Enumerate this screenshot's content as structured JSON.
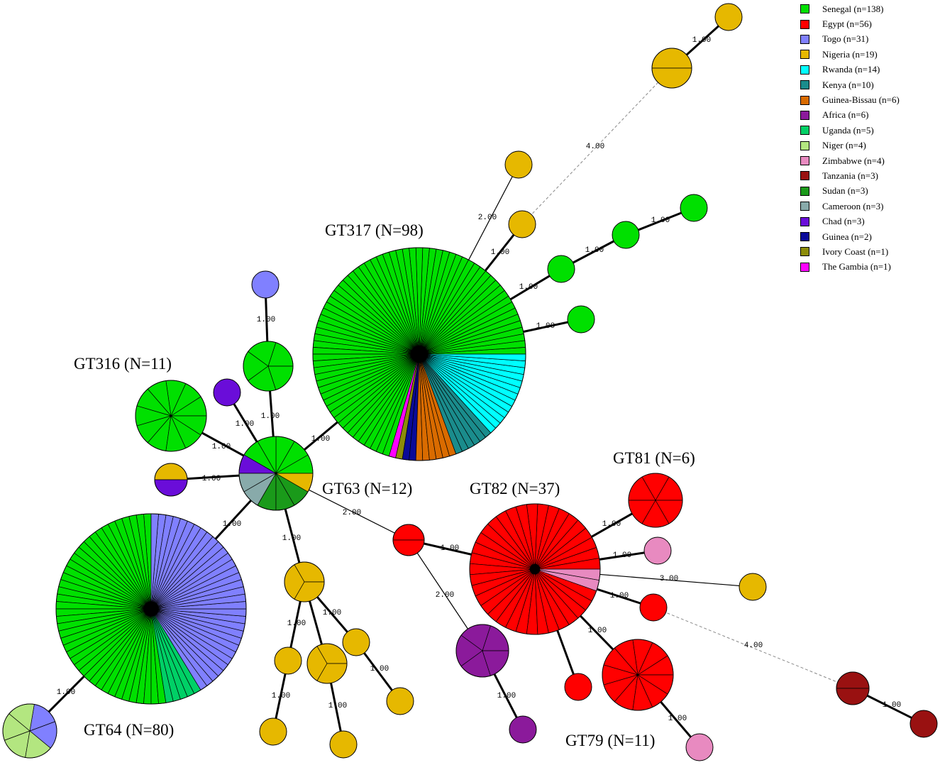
{
  "legend": [
    {
      "country": "Senegal",
      "label": "Senegal (n=138)",
      "color": "#00e000"
    },
    {
      "country": "Egypt",
      "label": "Egypt (n=56)",
      "color": "#ff0000"
    },
    {
      "country": "Togo",
      "label": "Togo (n=31)",
      "color": "#8080ff"
    },
    {
      "country": "Nigeria",
      "label": "Nigeria (n=19)",
      "color": "#e6b800"
    },
    {
      "country": "Rwanda",
      "label": "Rwanda (n=14)",
      "color": "#00ffff"
    },
    {
      "country": "Kenya",
      "label": "Kenya (n=10)",
      "color": "#1a8c8c"
    },
    {
      "country": "Guinea-Bissau",
      "label": "Guinea-Bissau (n=6)",
      "color": "#d96b00"
    },
    {
      "country": "Africa",
      "label": "Africa (n=6)",
      "color": "#8b1a9b"
    },
    {
      "country": "Uganda",
      "label": "Uganda (n=5)",
      "color": "#00d066"
    },
    {
      "country": "Niger",
      "label": "Niger (n=4)",
      "color": "#b3e680"
    },
    {
      "country": "Zimbabwe",
      "label": "Zimbabwe (n=4)",
      "color": "#e88ac0"
    },
    {
      "country": "Tanzania",
      "label": "Tanzania (n=3)",
      "color": "#991111"
    },
    {
      "country": "Sudan",
      "label": "Sudan (n=3)",
      "color": "#1a9a1a"
    },
    {
      "country": "Cameroon",
      "label": "Cameroon (n=3)",
      "color": "#88aaaa"
    },
    {
      "country": "Chad",
      "label": "Chad (n=3)",
      "color": "#6a0dd9"
    },
    {
      "country": "Guinea",
      "label": "Guinea (n=2)",
      "color": "#0a0a99"
    },
    {
      "country": "Ivory Coast",
      "label": "Ivory Coast (n=1)",
      "color": "#8c8c0a"
    },
    {
      "country": "The Gambia",
      "label": "The Gambia (n=1)",
      "color": "#ff00ff"
    }
  ],
  "group_labels": {
    "gt317": "GT317 (N=98)",
    "gt316": "GT316 (N=11)",
    "gt63": "GT63 (N=12)",
    "gt64": "GT64 (N=80)",
    "gt82": "GT82 (N=37)",
    "gt81": "GT81 (N=6)",
    "gt79": "GT79 (N=11)"
  },
  "nodes": [
    {
      "id": "gt317",
      "composition": [
        [
          "Senegal",
          69
        ],
        [
          "The Gambia",
          1
        ],
        [
          "Ivory Coast",
          1
        ],
        [
          "Guinea",
          2
        ],
        [
          "Guinea-Bissau",
          6
        ],
        [
          "Kenya",
          6
        ],
        [
          "Rwanda",
          13
        ]
      ]
    },
    {
      "id": "gt64",
      "composition": [
        [
          "Senegal",
          42
        ],
        [
          "Uganda",
          5
        ],
        [
          "Togo",
          33
        ]
      ]
    },
    {
      "id": "gt63",
      "composition": [
        [
          "Senegal",
          5
        ],
        [
          "Chad",
          1
        ],
        [
          "Cameroon",
          2
        ],
        [
          "Sudan",
          3
        ],
        [
          "Nigeria",
          1
        ]
      ]
    },
    {
      "id": "gt82",
      "composition": [
        [
          "Egypt",
          35
        ],
        [
          "Zimbabwe",
          2
        ]
      ]
    },
    {
      "id": "gt81",
      "composition": [
        [
          "Egypt",
          6
        ]
      ]
    },
    {
      "id": "gt79",
      "composition": [
        [
          "Egypt",
          11
        ]
      ]
    },
    {
      "id": "gt316",
      "composition": [
        [
          "Senegal",
          11
        ]
      ]
    },
    {
      "id": "sen5",
      "composition": [
        [
          "Senegal",
          5
        ]
      ]
    },
    {
      "id": "togo1",
      "composition": [
        [
          "Togo",
          1
        ]
      ]
    },
    {
      "id": "chad1",
      "composition": [
        [
          "Chad",
          1
        ]
      ]
    },
    {
      "id": "nig_chad",
      "composition": [
        [
          "Nigeria",
          1
        ],
        [
          "Chad",
          1
        ]
      ]
    },
    {
      "id": "togo_niger",
      "composition": [
        [
          "Togo",
          2
        ],
        [
          "Niger",
          4
        ]
      ]
    },
    {
      "id": "nga3a",
      "composition": [
        [
          "Nigeria",
          3
        ]
      ]
    },
    {
      "id": "nga3b",
      "composition": [
        [
          "Nigeria",
          3
        ]
      ]
    },
    {
      "id": "nga_a",
      "composition": [
        [
          "Nigeria",
          1
        ]
      ]
    },
    {
      "id": "nga_b",
      "composition": [
        [
          "Nigeria",
          1
        ]
      ]
    },
    {
      "id": "nga_c",
      "composition": [
        [
          "Nigeria",
          1
        ]
      ]
    },
    {
      "id": "nga_d",
      "composition": [
        [
          "Nigeria",
          1
        ]
      ]
    },
    {
      "id": "nga_e",
      "composition": [
        [
          "Nigeria",
          1
        ]
      ]
    },
    {
      "id": "egy_link",
      "composition": [
        [
          "Egypt",
          2
        ]
      ]
    },
    {
      "id": "africa5",
      "composition": [
        [
          "Africa",
          5
        ]
      ]
    },
    {
      "id": "africa1",
      "composition": [
        [
          "Africa",
          1
        ]
      ]
    },
    {
      "id": "zim_a",
      "composition": [
        [
          "Zimbabwe",
          1
        ]
      ]
    },
    {
      "id": "zim_b",
      "composition": [
        [
          "Zimbabwe",
          1
        ]
      ]
    },
    {
      "id": "nga_right",
      "composition": [
        [
          "Nigeria",
          1
        ]
      ]
    },
    {
      "id": "egy_small1",
      "composition": [
        [
          "Egypt",
          1
        ]
      ]
    },
    {
      "id": "egy_small2",
      "composition": [
        [
          "Egypt",
          1
        ]
      ]
    },
    {
      "id": "tza2",
      "composition": [
        [
          "Tanzania",
          2
        ]
      ]
    },
    {
      "id": "tza1",
      "composition": [
        [
          "Tanzania",
          1
        ]
      ]
    },
    {
      "id": "nga_top1",
      "composition": [
        [
          "Nigeria",
          1
        ]
      ]
    },
    {
      "id": "nga_top2",
      "composition": [
        [
          "Nigeria",
          1
        ]
      ]
    },
    {
      "id": "nga_pair",
      "composition": [
        [
          "Nigeria",
          2
        ]
      ]
    },
    {
      "id": "nga_tr",
      "composition": [
        [
          "Nigeria",
          1
        ]
      ]
    },
    {
      "id": "sen_r1",
      "composition": [
        [
          "Senegal",
          1
        ]
      ]
    },
    {
      "id": "sen_r2",
      "composition": [
        [
          "Senegal",
          1
        ]
      ]
    },
    {
      "id": "sen_r3",
      "composition": [
        [
          "Senegal",
          1
        ]
      ]
    },
    {
      "id": "sen_r4",
      "composition": [
        [
          "Senegal",
          1
        ]
      ]
    }
  ],
  "edges": [
    {
      "a": "gt63",
      "b": "gt317",
      "label": "1.00"
    },
    {
      "a": "gt63",
      "b": "gt64",
      "label": "1.00"
    },
    {
      "a": "gt63",
      "b": "gt316",
      "label": "1.00"
    },
    {
      "a": "gt63",
      "b": "sen5",
      "label": "1.00"
    },
    {
      "a": "sen5",
      "b": "togo1",
      "label": "1.00"
    },
    {
      "a": "gt63",
      "b": "chad1",
      "label": "1.00"
    },
    {
      "a": "gt63",
      "b": "nig_chad",
      "label": "1.00"
    },
    {
      "a": "gt63",
      "b": "nga3a",
      "label": "1.00"
    },
    {
      "a": "gt63",
      "b": "egy_link",
      "label": "2.00"
    },
    {
      "a": "gt64",
      "b": "togo_niger",
      "label": "1.00"
    },
    {
      "a": "nga3a",
      "b": "nga3b",
      "label": "1.00"
    },
    {
      "a": "nga3a",
      "b": "nga_a",
      "label": "1.00"
    },
    {
      "a": "nga3a",
      "b": "nga_b",
      "label": "1.00"
    },
    {
      "a": "nga_a",
      "b": "nga_c",
      "label": "1.00"
    },
    {
      "a": "nga_b",
      "b": "nga_d",
      "label": "1.00"
    },
    {
      "a": "nga3b",
      "b": "nga_e",
      "label": "1.00"
    },
    {
      "a": "egy_link",
      "b": "gt82",
      "label": "1.00"
    },
    {
      "a": "egy_link",
      "b": "africa5",
      "label": "2.00"
    },
    {
      "a": "africa5",
      "b": "africa1",
      "label": "1.00"
    },
    {
      "a": "gt82",
      "b": "gt81",
      "label": "1.00"
    },
    {
      "a": "gt82",
      "b": "zim_a",
      "label": "1.00"
    },
    {
      "a": "gt82",
      "b": "nga_right",
      "label": "3.00"
    },
    {
      "a": "gt82",
      "b": "egy_small1",
      "label": "1.00"
    },
    {
      "a": "gt82",
      "b": "gt79",
      "label": "1.00"
    },
    {
      "a": "gt82",
      "b": "egy_small2",
      "label": "1.00"
    },
    {
      "a": "gt79",
      "b": "zim_b",
      "label": "1.00"
    },
    {
      "a": "egy_small1",
      "b": "tza2",
      "label": "4.00"
    },
    {
      "a": "tza2",
      "b": "tza1",
      "label": "1.00"
    },
    {
      "a": "gt317",
      "b": "nga_top1",
      "label": "2.00"
    },
    {
      "a": "gt317",
      "b": "nga_top2",
      "label": "1.00"
    },
    {
      "a": "nga_top2",
      "b": "nga_pair",
      "label": "4.00"
    },
    {
      "a": "nga_pair",
      "b": "nga_tr",
      "label": "1.00"
    },
    {
      "a": "gt317",
      "b": "sen_r1",
      "label": "1.00"
    },
    {
      "a": "sen_r1",
      "b": "sen_r2",
      "label": "1.00"
    },
    {
      "a": "sen_r2",
      "b": "sen_r3",
      "label": "1.00"
    },
    {
      "a": "gt317",
      "b": "sen_r4",
      "label": "1.00"
    }
  ]
}
